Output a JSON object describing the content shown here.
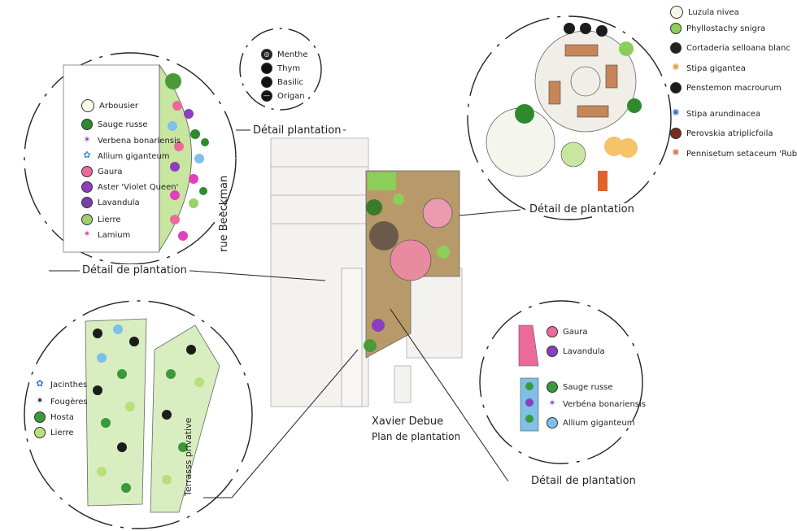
{
  "labels": {
    "detail_top_left": "Détail de plantation",
    "detail_top_center": "Détail plantation",
    "detail_right": "Détail de plantation",
    "detail_bottom_right": "Détail de plantation",
    "street": "rue Beeckman",
    "terrace": "Terrasss privative",
    "designer": "Xavier Debue",
    "plan_title": "Plan de plantation"
  },
  "legend_herbs": [
    {
      "name": "Menthe",
      "color": "#222222",
      "glyph": "◉"
    },
    {
      "name": "Thym",
      "color": "#111111",
      "glyph": "●"
    },
    {
      "name": "Basilic",
      "color": "#111111",
      "glyph": "●"
    },
    {
      "name": "Origan",
      "color": "#111111",
      "glyph": "⊖"
    }
  ],
  "legend_left": [
    {
      "name": "Arbousier",
      "color": "#fdfbe8",
      "glyph": ""
    },
    {
      "name": "Sauge russe",
      "color": "#2f8a2f",
      "glyph": ""
    },
    {
      "name": "Verbena bonariensis",
      "color": "#ffffff",
      "glyph": "✶"
    },
    {
      "name": "Allium giganteum",
      "color": "#7fc0e8",
      "glyph": "✿"
    },
    {
      "name": "Gaura",
      "color": "#ec6a9a",
      "glyph": ""
    },
    {
      "name": "Aster 'Violet Queen'",
      "color": "#8b3fbf",
      "glyph": ""
    },
    {
      "name": "Lavandula",
      "color": "#7a3fa8",
      "glyph": ""
    },
    {
      "name": "Lierre",
      "color": "#9fd16a",
      "glyph": ""
    },
    {
      "name": "Lamium",
      "color": "#ffffff",
      "glyph": "✶"
    }
  ],
  "legend_right": [
    {
      "name": "Luzula nivea",
      "color": "#f4f7e6",
      "glyph": ""
    },
    {
      "name": "Phyllostachy snigra",
      "color": "#8bcf58",
      "glyph": ""
    },
    {
      "name": "Cortaderia selloana blanc",
      "color": "#222222",
      "glyph": ""
    },
    {
      "name": "Stipa gigantea",
      "color": "#ffffff",
      "glyph": "✺"
    },
    {
      "name": "Penstemon macrourum",
      "color": "#1c1c1c",
      "glyph": ""
    },
    {
      "name": "Stipa arundinacea",
      "color": "#ffffff",
      "glyph": "✺"
    },
    {
      "name": "Perovskia atriplicfoila",
      "color": "#7a2b1c",
      "glyph": ""
    },
    {
      "name": "Pennisetum setaceum 'Rubrum'.",
      "color": "#f6c8a8",
      "glyph": "✺"
    }
  ],
  "legend_bottom_left": [
    {
      "name": "Jacinthes",
      "color": "#ffffff",
      "glyph": "✿"
    },
    {
      "name": "Fougères",
      "color": "#ffffff",
      "glyph": "✶"
    },
    {
      "name": "Hosta",
      "color": "#3a9a3a",
      "glyph": ""
    },
    {
      "name": "Lierre",
      "color": "#b8e07a",
      "glyph": ""
    }
  ],
  "legend_bottom_right_a": [
    {
      "name": "Gaura",
      "color": "#ec6a9a",
      "glyph": ""
    },
    {
      "name": "Lavandula",
      "color": "#8b3fbf",
      "glyph": ""
    }
  ],
  "legend_bottom_right_b": [
    {
      "name": "Sauge russe",
      "color": "#3a9a3a",
      "glyph": ""
    },
    {
      "name": "Verbéna bonariensis",
      "color": "#ffffff",
      "glyph": "✶"
    },
    {
      "name": "Allium giganteum",
      "color": "#7fc0e8",
      "glyph": ""
    }
  ]
}
